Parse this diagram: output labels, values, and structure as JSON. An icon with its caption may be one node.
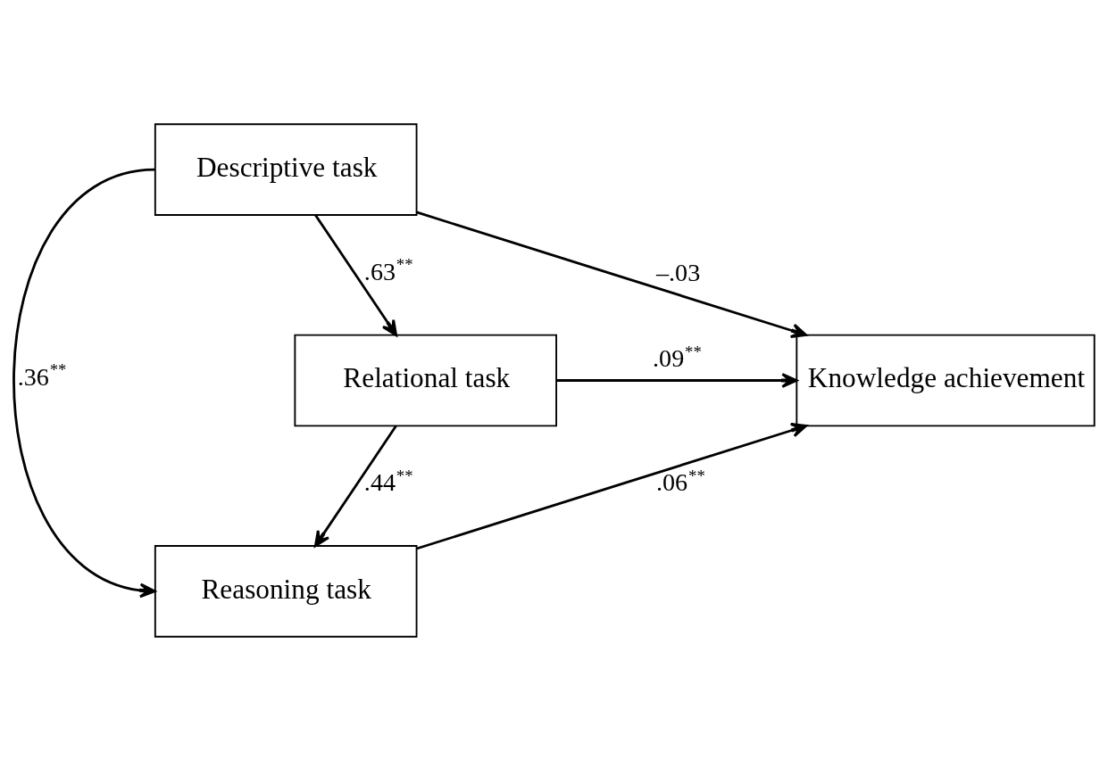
{
  "diagram": {
    "nodes": [
      {
        "text": [
          "Descriptive task"
        ]
      },
      {
        "text": [
          "Relational task"
        ]
      },
      {
        "text": [
          "Reasoning task"
        ]
      },
      {
        "text": [
          "Knowledge achievement"
        ]
      }
    ],
    "edges": [
      {
        "from": 0,
        "to": 1,
        "arrow": "to",
        "label": ".63$^{**}$"
      },
      {
        "from": 1,
        "to": 2,
        "arrow": "to",
        "label": ".44$^{**}$"
      },
      {
        "from": 0,
        "to": 2,
        "arrow": "to",
        "label": ".36$^{**}$"
      },
      {
        "from": 0,
        "to": 3,
        "arrow": "to",
        "label": "–.03"
      },
      {
        "from": 1,
        "to": 3,
        "arrow": "to",
        "label": ".09$^{**}$"
      },
      {
        "from": 2,
        "to": 3,
        "arrow": "to",
        "label": ".06$^{**}$"
      }
    ]
  }
}
